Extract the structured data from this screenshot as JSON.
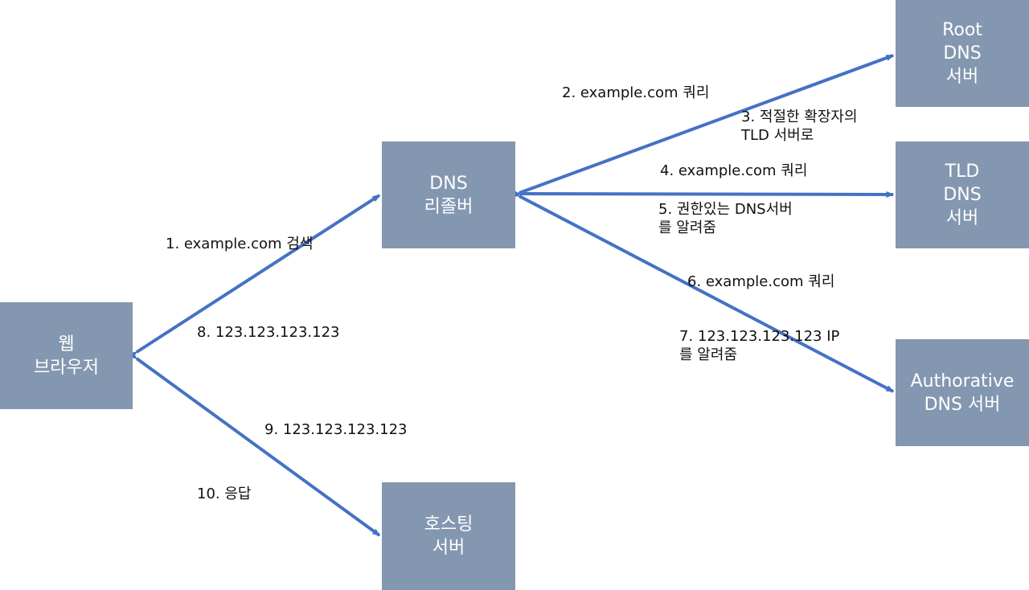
{
  "colors": {
    "node_fill": "#8497b0",
    "node_text": "#ffffff",
    "arrow": "#4472c4",
    "label_text": "#111111"
  },
  "nodes": {
    "browser": "웹\n브라우저",
    "resolver": "DNS\n리졸버",
    "root": "Root\nDNS\n서버",
    "tld": "TLD\nDNS\n서버",
    "authoritative": "Authorative\nDNS 서버",
    "hosting": "호스팅\n서버"
  },
  "edges": [
    {
      "from": "browser",
      "to": "resolver",
      "label": "1. example.com 검색"
    },
    {
      "from": "resolver",
      "to": "root",
      "label": "2. example.com 쿼리"
    },
    {
      "from": "root",
      "to": "resolver",
      "label": "3. 적절한 확장자의\nTLD 서버로"
    },
    {
      "from": "resolver",
      "to": "tld",
      "label": "4. example.com 쿼리"
    },
    {
      "from": "tld",
      "to": "resolver",
      "label": "5. 권한있는 DNS서버\n를 알려줌"
    },
    {
      "from": "resolver",
      "to": "authoritative",
      "label": "6. example.com 쿼리"
    },
    {
      "from": "authoritative",
      "to": "resolver",
      "label": "7. 123.123.123.123 IP\n를 알려줌"
    },
    {
      "from": "resolver",
      "to": "browser",
      "label": "8. 123.123.123.123"
    },
    {
      "from": "browser",
      "to": "hosting",
      "label": "9. 123.123.123.123"
    },
    {
      "from": "hosting",
      "to": "browser",
      "label": "10. 응답"
    }
  ]
}
